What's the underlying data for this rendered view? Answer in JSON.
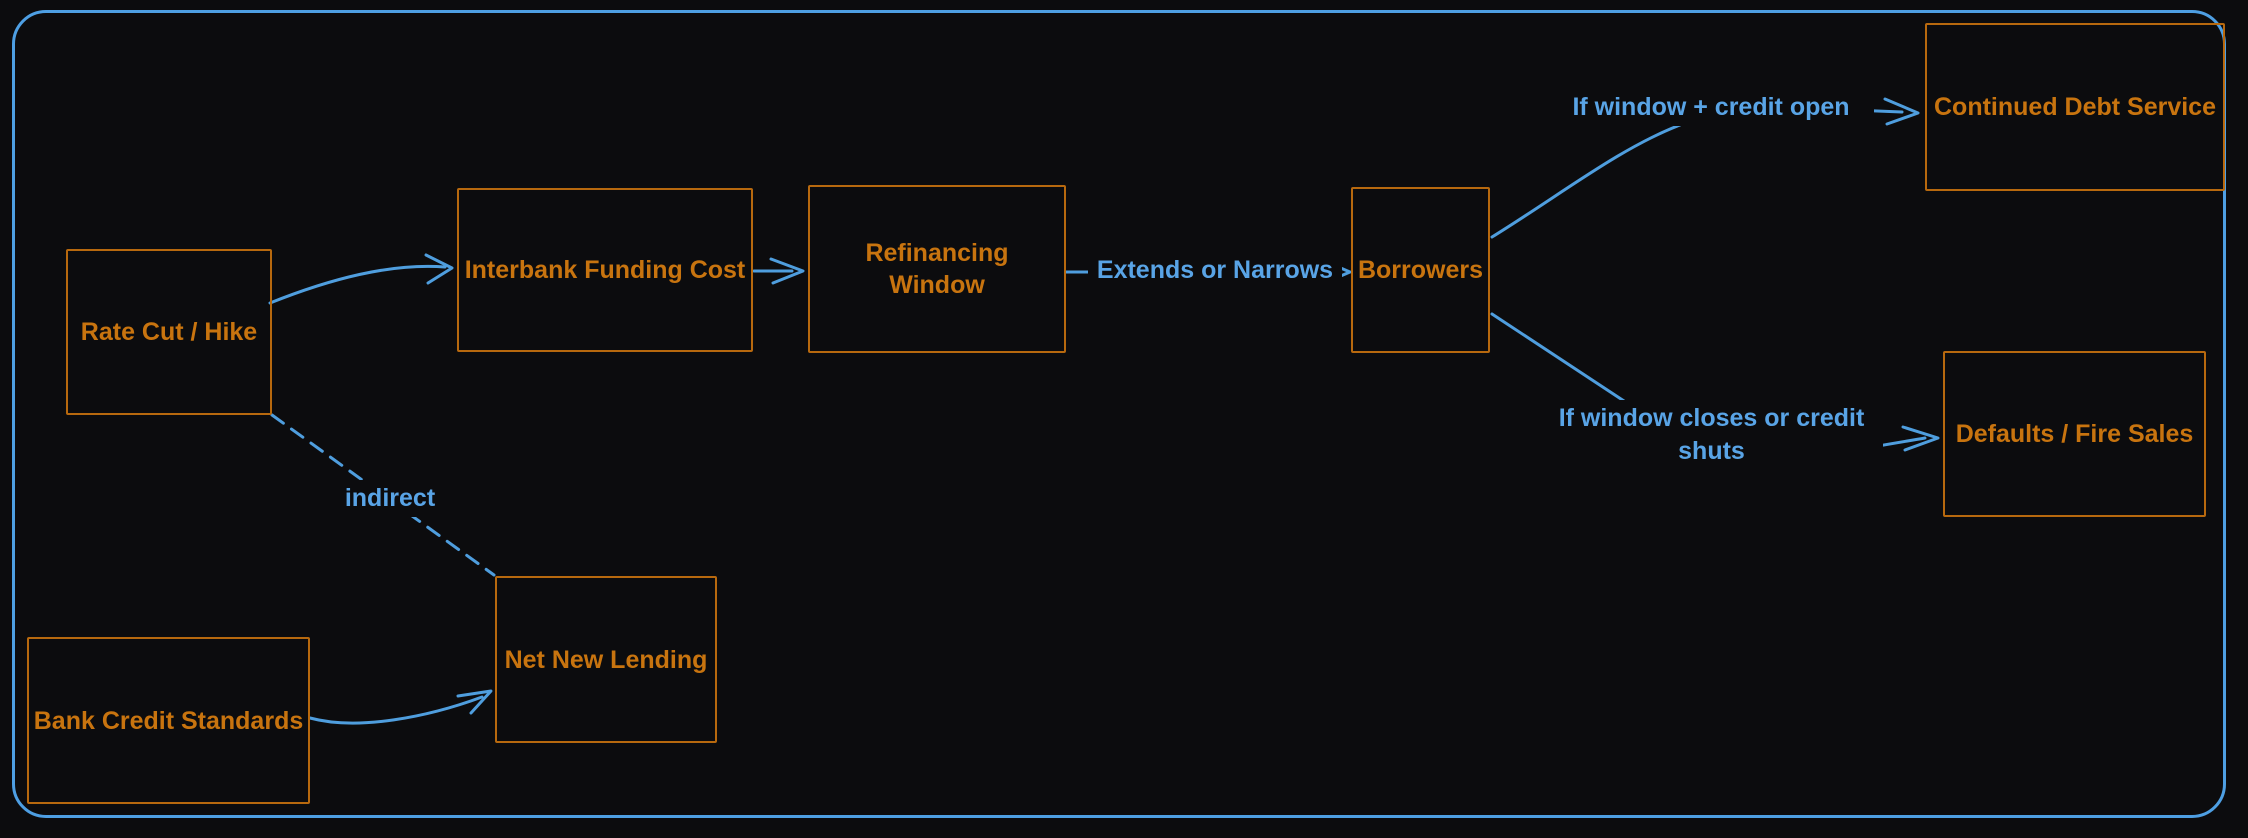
{
  "colors": {
    "background": "#0c0c0e",
    "frame_blue": "#4e9fe3",
    "node_orange": "#c8740f",
    "edge_blue": "#59a4e6"
  },
  "nodes": {
    "rate_cut": {
      "label": "Rate Cut / Hike"
    },
    "interbank": {
      "label": "Interbank Funding Cost"
    },
    "refinancing": {
      "label": "Refinancing Window"
    },
    "borrowers": {
      "label": "Borrowers"
    },
    "continued_debt": {
      "label": "Continued Debt Service"
    },
    "defaults": {
      "label": "Defaults / Fire Sales"
    },
    "net_new_lending": {
      "label": "Net New Lending"
    },
    "bank_credit": {
      "label": "Bank Credit Standards"
    }
  },
  "edge_labels": {
    "extends": "Extends or Narrows",
    "window_open": "If window + credit open",
    "closes_line1": "If window closes or credit",
    "closes_line2": "shuts",
    "indirect": "indirect"
  }
}
